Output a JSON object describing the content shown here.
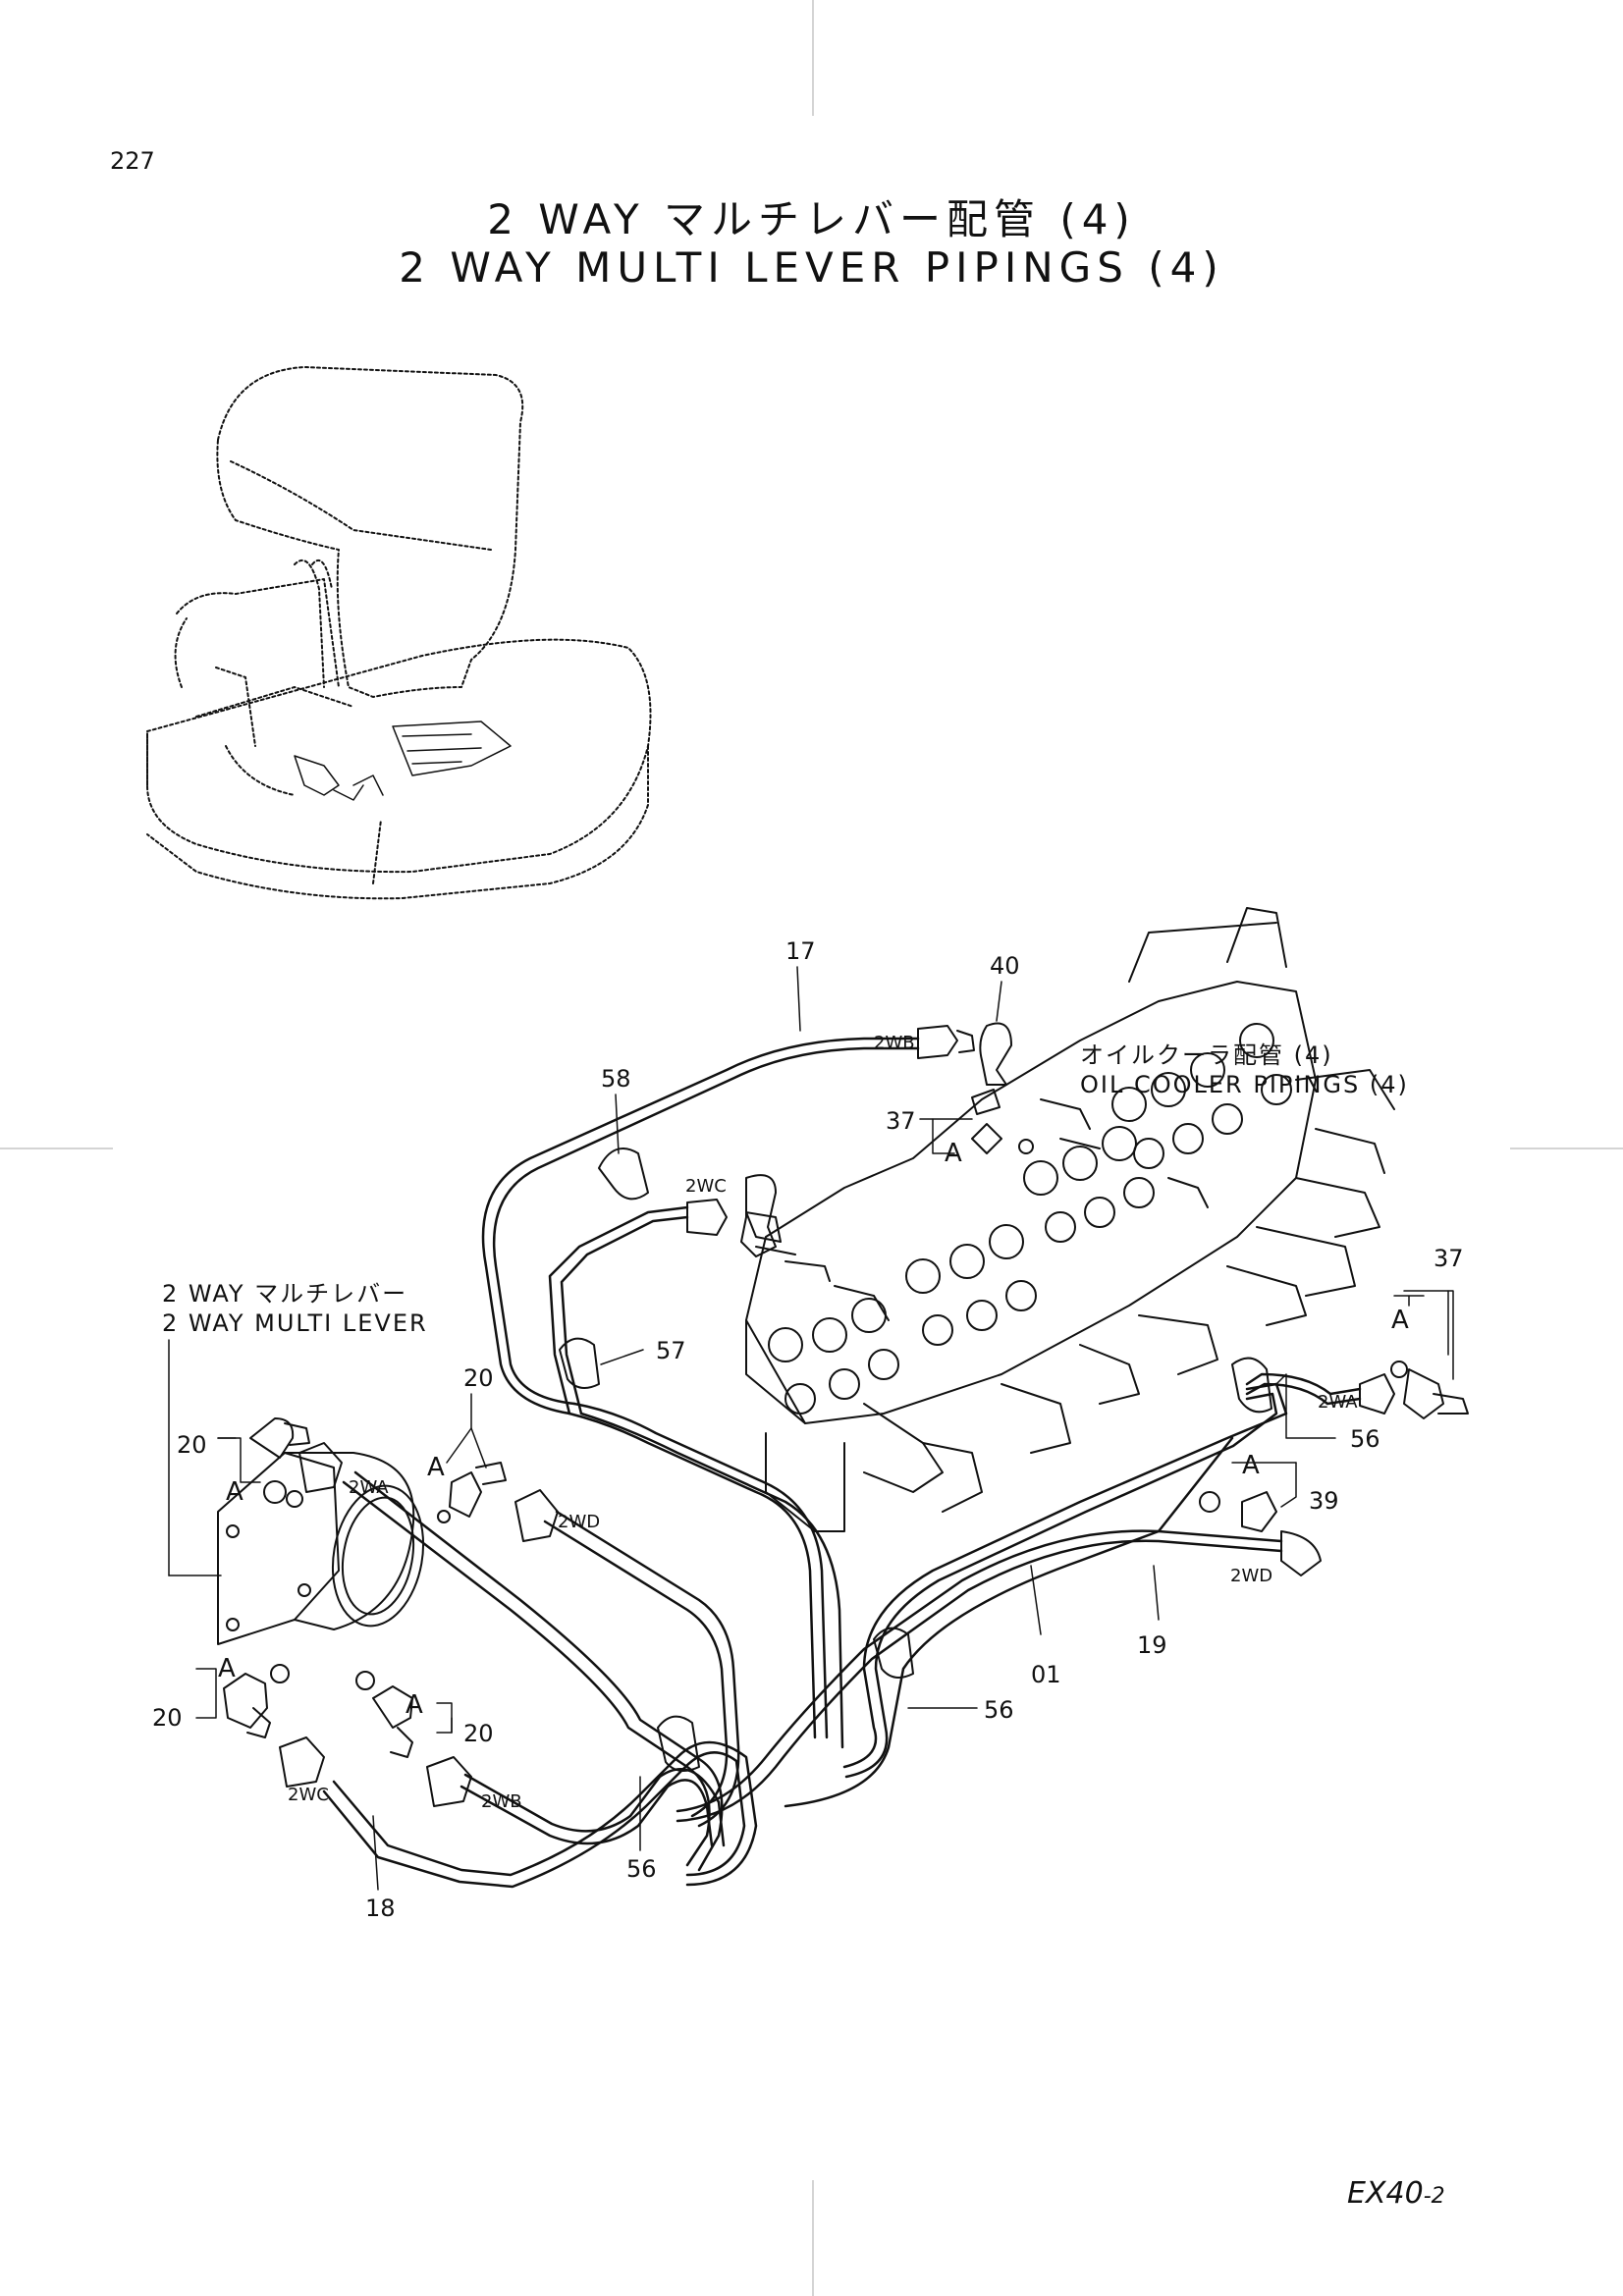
{
  "header": {
    "page_number": "227",
    "title_ja": "2 WAY マルチレバー配管 (4)",
    "title_en": "2 WAY MULTI LEVER PIPINGS (4)"
  },
  "footer": {
    "model": "EX40",
    "model_suffix": "-2"
  },
  "notes": {
    "oil_cooler_ja": "オイルクーラ配管 (4)",
    "oil_cooler_en": "OIL COOLER PIPINGS (4)",
    "multi_lever_ja": "2 WAY マルチレバー",
    "multi_lever_en": "2 WAY MULTI LEVER"
  },
  "callouts": {
    "c17": "17",
    "c40": "40",
    "c58": "58",
    "c37a": "37",
    "c37b": "37",
    "c57": "57",
    "c20a": "20",
    "c20b": "20",
    "c20c": "20",
    "c20d": "20",
    "c56a": "56",
    "c56b": "56",
    "c56c": "56",
    "c39": "39",
    "c19": "19",
    "c01": "01",
    "c18": "18"
  },
  "port_tags": {
    "wb1": "2WB",
    "wc1": "2WC",
    "wa1": "2WA",
    "wd1": "2WD",
    "wa2": "2WA",
    "wd2": "2WD",
    "wc2": "2WC",
    "wb2": "2WB"
  },
  "detail_letters": {
    "a1": "A",
    "a2": "A",
    "a3": "A",
    "a4": "A",
    "a5": "A",
    "a6": "A",
    "a7": "A"
  }
}
